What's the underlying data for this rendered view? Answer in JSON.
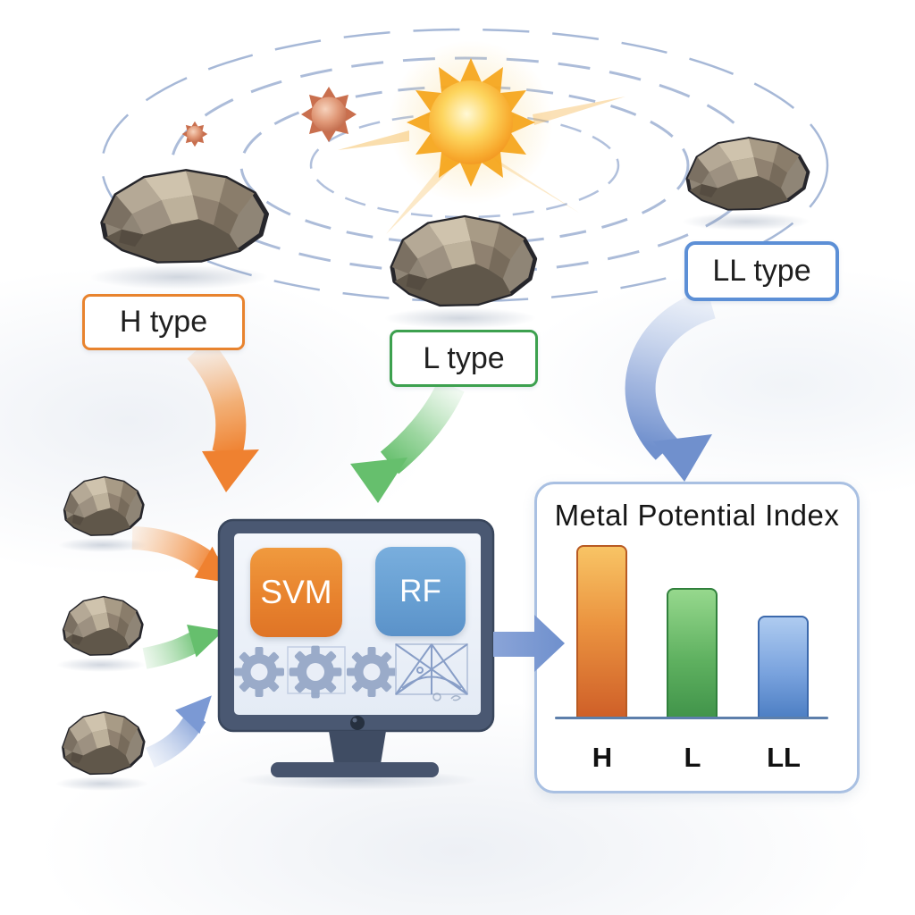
{
  "type_labels": {
    "h": "H type",
    "l": "L type",
    "ll": "LL type"
  },
  "models": {
    "svm": "SVM",
    "rf": "RF"
  },
  "chart_data": {
    "type": "bar",
    "title": "Metal Potential Index",
    "categories": [
      "H",
      "L",
      "LL"
    ],
    "values": [
      0.89,
      0.67,
      0.53
    ],
    "ylim": [
      0,
      1
    ],
    "bar_colors": [
      "#e07b35",
      "#55ab57",
      "#5d8ed2"
    ],
    "grid": false,
    "legend_position": "none"
  },
  "icons": {
    "sun": "sun-icon",
    "orbits": "dashed-orbit-rings",
    "asteroids": "asteroid-rocks",
    "gears": "gear-icons",
    "network": "flow-diagram-icon",
    "monitor": "computer-monitor"
  },
  "colors": {
    "h_accent": "#e8832e",
    "l_accent": "#3da14f",
    "ll_accent": "#5c8fd6",
    "arrow_orange": "#ef8130",
    "arrow_green": "#66bf6d",
    "arrow_blue": "#7b99d4",
    "monitor_frame": "#4a5872",
    "screen": "#eef2f9",
    "panel_border": "#a9c0e2",
    "orbit": "#97abd0",
    "sun": "#f6a61f",
    "axis": "#5d7fab"
  }
}
